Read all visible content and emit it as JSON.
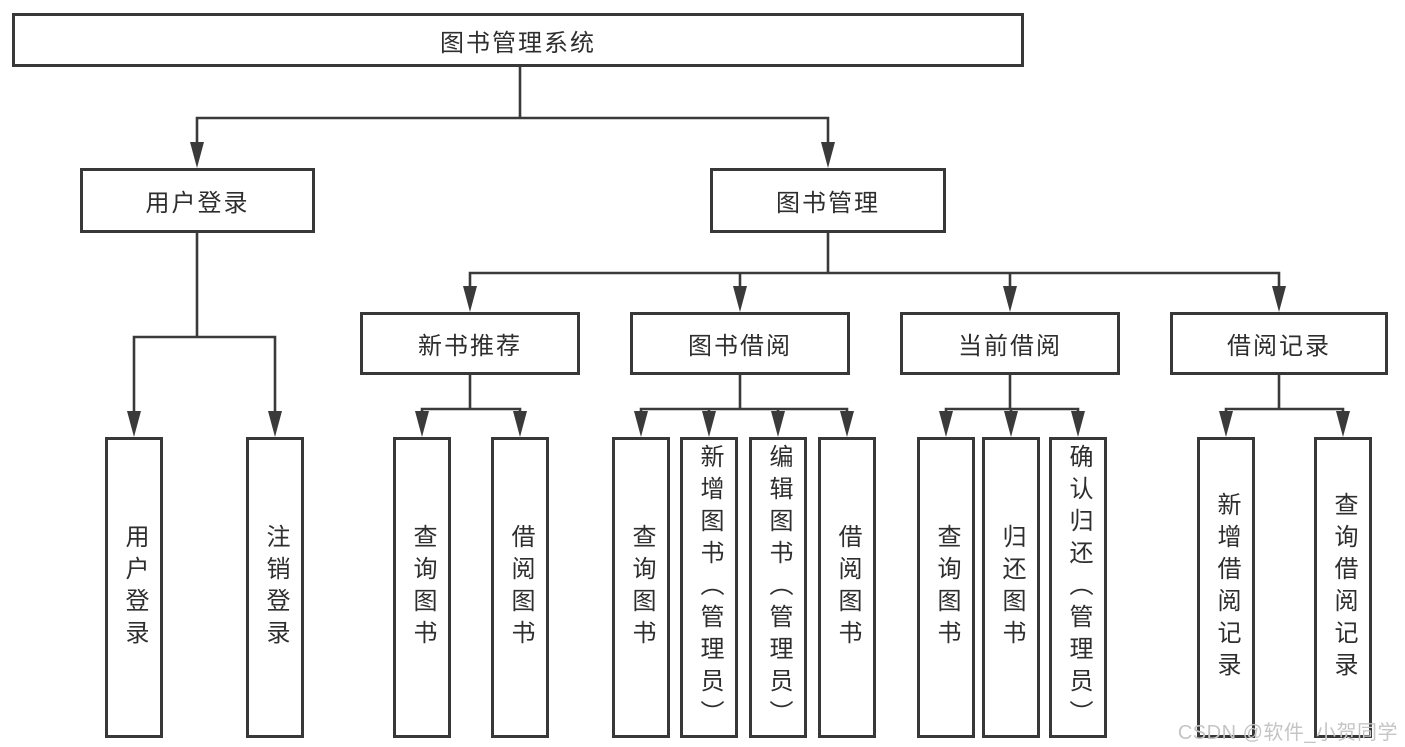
{
  "colors": {
    "background": "#ffffff",
    "line": "#3a3a3a",
    "box_border": "#383838",
    "text": "#2e2e2e",
    "watermark": "#c5c5c5"
  },
  "nodes": {
    "root": {
      "label": "图书管理系统"
    },
    "login": {
      "label": "用户登录",
      "children": [
        {
          "label": "用户登录"
        },
        {
          "label": "注销登录"
        }
      ]
    },
    "management": {
      "label": "图书管理",
      "children": [
        {
          "label": "新书推荐",
          "children": [
            {
              "label": "查询图书"
            },
            {
              "label": "借阅图书"
            }
          ]
        },
        {
          "label": "图书借阅",
          "children": [
            {
              "label": "查询图书"
            },
            {
              "label": "新增图书（管理员）"
            },
            {
              "label": "编辑图书（管理员）"
            },
            {
              "label": "借阅图书"
            }
          ]
        },
        {
          "label": "当前借阅",
          "children": [
            {
              "label": "查询图书"
            },
            {
              "label": "归还图书"
            },
            {
              "label": "确认归还（管理员）"
            }
          ]
        },
        {
          "label": "借阅记录",
          "children": [
            {
              "label": "新增借阅记录"
            },
            {
              "label": "查询借阅记录"
            }
          ]
        }
      ]
    }
  },
  "watermark": {
    "text": "CSDN @软件_小贺同学"
  }
}
